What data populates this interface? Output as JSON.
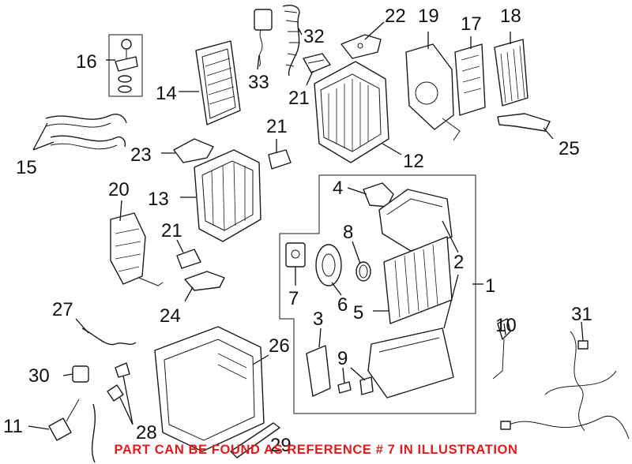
{
  "diagram": {
    "callouts": [
      "16",
      "14",
      "15",
      "33",
      "32",
      "22",
      "21",
      "21",
      "23",
      "13",
      "12",
      "19",
      "17",
      "18",
      "25",
      "20",
      "21",
      "24",
      "4",
      "8",
      "2",
      "7",
      "6",
      "5",
      "1",
      "3",
      "27",
      "30",
      "26",
      "9",
      "10",
      "31",
      "11",
      "28",
      "29"
    ],
    "note": "PART CAN BE FOUND AS REFERENCE # 7 IN ILLUSTRATION",
    "colors": {
      "line": "#1a1a1a",
      "note": "#e01b1b",
      "background": "#ffffff"
    }
  }
}
